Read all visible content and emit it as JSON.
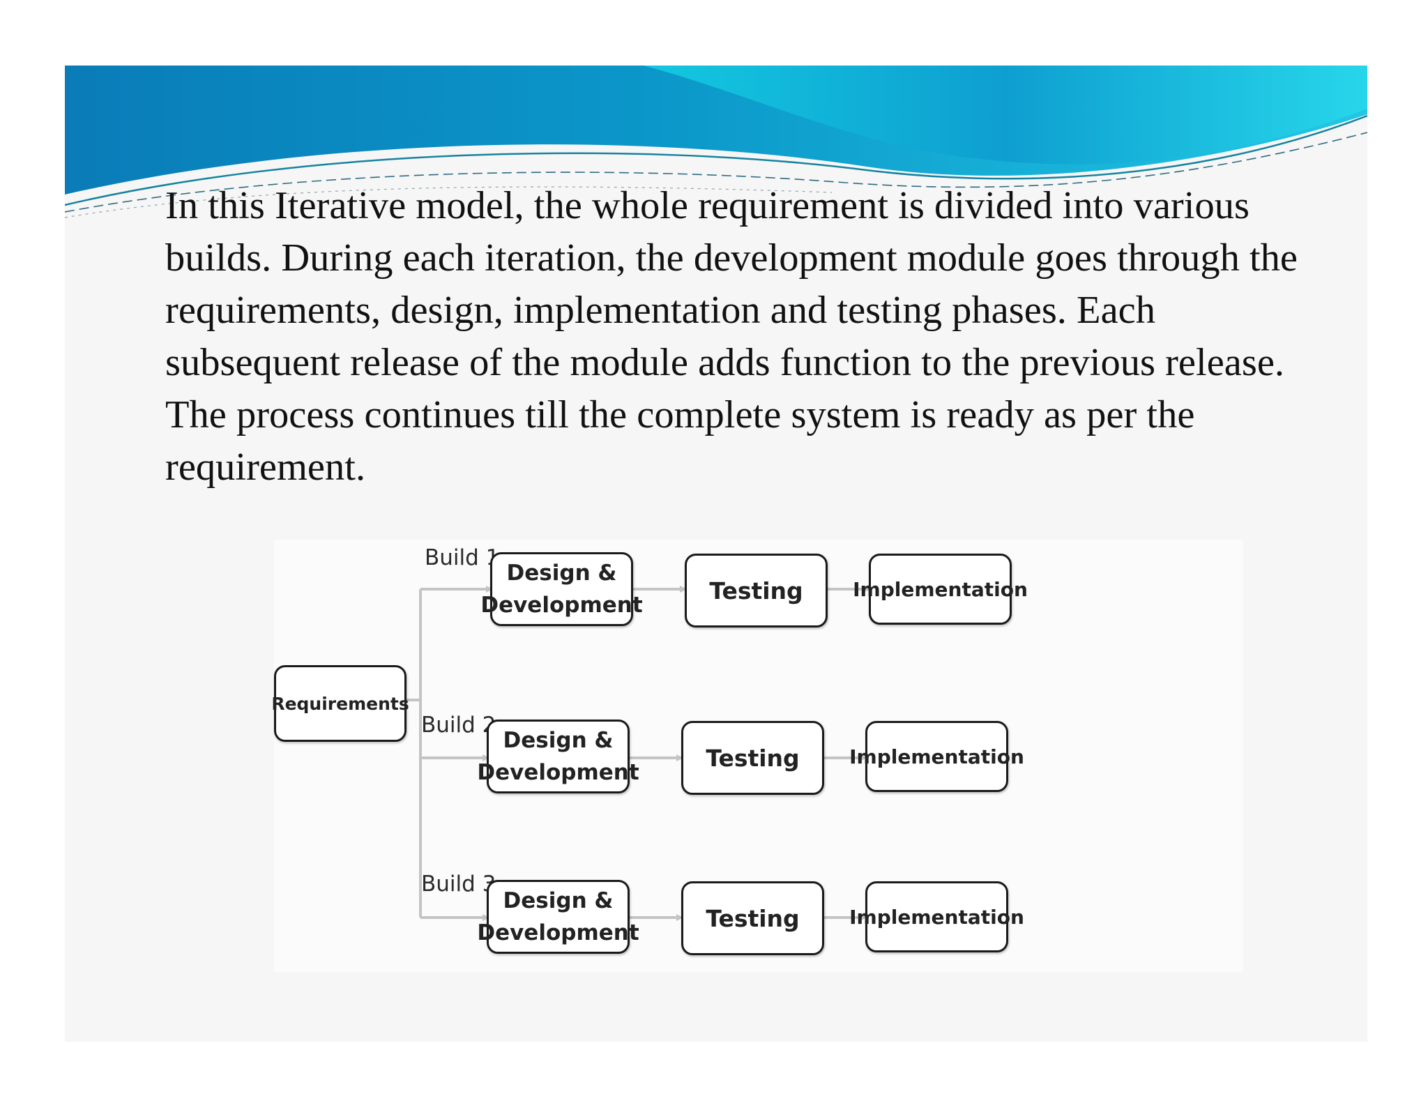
{
  "slide": {
    "body_text": "In this Iterative model, the whole requirement is divided into various builds. During each iteration, the development module goes through the requirements, design, implementation and testing phases. Each subsequent release of the module adds function to the previous release. The process continues till the complete system is ready as per the requirement."
  },
  "diagram": {
    "start": "Requirements",
    "builds": [
      {
        "label": "Build 1",
        "steps": [
          "Design &\nDevelopment",
          "Testing",
          "Implementation"
        ]
      },
      {
        "label": "Build 2",
        "steps": [
          "Design &\nDevelopment",
          "Testing",
          "Implementation"
        ]
      },
      {
        "label": "Build 3",
        "steps": [
          "Design &\nDevelopment",
          "Testing",
          "Implementation"
        ]
      }
    ]
  },
  "colors": {
    "banner_dark": "#0a7cb8",
    "banner_light": "#1fd2e8",
    "arrow": "#c4c4c4",
    "box_border": "#1a1a1a"
  }
}
